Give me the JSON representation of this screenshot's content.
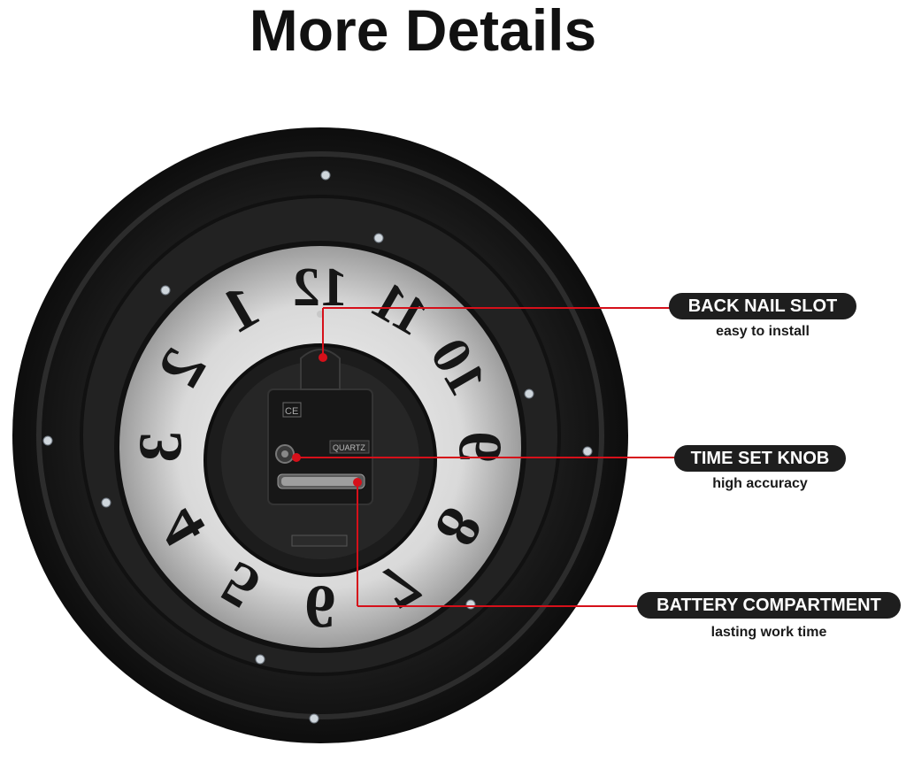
{
  "title": "More Details",
  "callouts": [
    {
      "label": "BACK NAIL SLOT",
      "sub": "easy to install"
    },
    {
      "label": "TIME SET KNOB",
      "sub": "high accuracy"
    },
    {
      "label": "BATTERY COMPARTMENT",
      "sub": "lasting work time"
    }
  ],
  "movement": {
    "label": "QUARTZ",
    "mark": "CE"
  },
  "numerals": [
    "12",
    "1",
    "2",
    "3",
    "4",
    "5",
    "6",
    "7",
    "8",
    "9",
    "10",
    "11"
  ],
  "colors": {
    "accent": "#d6101a",
    "pill": "#1e1e1e",
    "clock_body": "#1b1b1b"
  }
}
